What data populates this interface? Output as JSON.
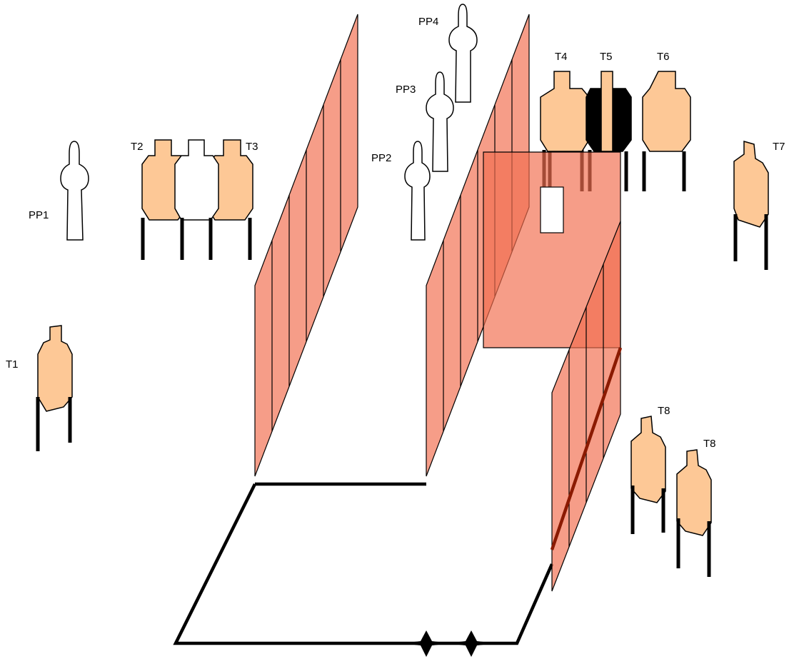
{
  "diagram": {
    "colors": {
      "target_tan": "#fdc896",
      "no_shoot_white": "#ffffff",
      "hard_cover_black": "#000000",
      "wall_salmon": "#f26f4f",
      "fault_line": "#8b1a00"
    },
    "labels": {
      "t1": "T1",
      "t2": "T2",
      "t3": "T3",
      "t4": "T4",
      "t5": "T5",
      "t6": "T6",
      "t7": "T7",
      "t8a": "T8",
      "t8b": "T8",
      "pp1": "PP1",
      "pp2": "PP2",
      "pp3": "PP3",
      "pp4": "PP4"
    },
    "start_marker_icon": "four-point-star-icon"
  }
}
